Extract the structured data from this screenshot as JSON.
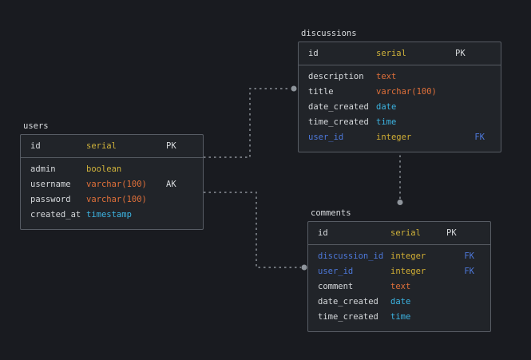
{
  "colors": {
    "background": "#191b20",
    "table_background": "#212429",
    "table_border": "#575c64",
    "text_primary": "#d6d9dc",
    "type_yellow": "#cfb23b",
    "type_orange": "#e0703a",
    "type_cyan": "#3cb4e2",
    "fk_blue": "#4d78da",
    "connector_gray": "#7c8188"
  },
  "tables": [
    {
      "name": "users",
      "fields": [
        {
          "name": "id",
          "type": "serial",
          "key": "PK"
        },
        {
          "name": "admin",
          "type": "boolean",
          "key": ""
        },
        {
          "name": "username",
          "type": "varchar(100)",
          "key": "AK"
        },
        {
          "name": "password",
          "type": "varchar(100)",
          "key": ""
        },
        {
          "name": "created_at",
          "type": "timestamp",
          "key": ""
        }
      ]
    },
    {
      "name": "discussions",
      "fields": [
        {
          "name": "id",
          "type": "serial",
          "key": "PK"
        },
        {
          "name": "description",
          "type": "text",
          "key": ""
        },
        {
          "name": "title",
          "type": "varchar(100)",
          "key": ""
        },
        {
          "name": "date_created",
          "type": "date",
          "key": ""
        },
        {
          "name": "time_created",
          "type": "time",
          "key": ""
        },
        {
          "name": "user_id",
          "type": "integer",
          "key": "FK"
        }
      ]
    },
    {
      "name": "comments",
      "fields": [
        {
          "name": "id",
          "type": "serial",
          "key": "PK"
        },
        {
          "name": "discussion_id",
          "type": "integer",
          "key": "FK"
        },
        {
          "name": "user_id",
          "type": "integer",
          "key": "FK"
        },
        {
          "name": "comment",
          "type": "text",
          "key": ""
        },
        {
          "name": "date_created",
          "type": "date",
          "key": ""
        },
        {
          "name": "time_created",
          "type": "time",
          "key": ""
        }
      ]
    }
  ],
  "relationships": [
    {
      "from": "users.id",
      "to": "discussions.user_id"
    },
    {
      "from": "users.id",
      "to": "comments.user_id"
    },
    {
      "from": "discussions.id",
      "to": "comments.discussion_id"
    }
  ]
}
